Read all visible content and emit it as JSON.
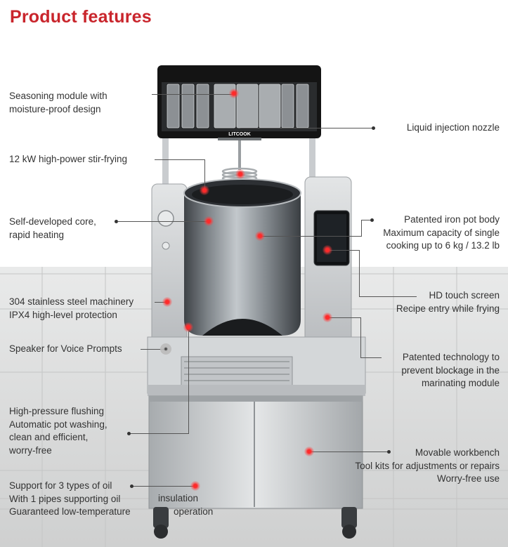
{
  "header": {
    "title": "Product features"
  },
  "product": {
    "brand": "LITCOOK"
  },
  "features": {
    "seasoning": [
      "Seasoning module with",
      "moisture-proof design"
    ],
    "nozzle": [
      "Liquid injection nozzle"
    ],
    "power": [
      "12 kW high-power stir-frying"
    ],
    "core": [
      "Self-developed core,",
      "rapid heating"
    ],
    "pot": [
      "Patented iron pot body",
      "Maximum capacity of single",
      "cooking up to 6 kg / 13.2 lb"
    ],
    "steel": [
      "304 stainless steel machinery",
      "IPX4 high-level protection"
    ],
    "touch": [
      "HD touch screen",
      "Recipe entry while frying"
    ],
    "speaker": [
      "Speaker for Voice Prompts"
    ],
    "blockage": [
      "Patented technology to",
      "prevent blockage in the",
      "marinating module"
    ],
    "flushing": [
      "High-pressure flushing",
      "Automatic pot washing,",
      "clean and efficient,",
      "worry-free"
    ],
    "workbench": [
      "Movable workbench",
      "Tool kits for adjustments or repairs",
      "Worry-free use"
    ],
    "oil": [
      "Support for 3 types of oil",
      "With 1 pipes supporting oil",
      "Guaranteed low-temperature"
    ],
    "oil_right": [
      "insulation",
      "operation"
    ]
  },
  "colors": {
    "title": "#c9252c",
    "hotspot": "#ff2a2a",
    "text": "#333333"
  }
}
